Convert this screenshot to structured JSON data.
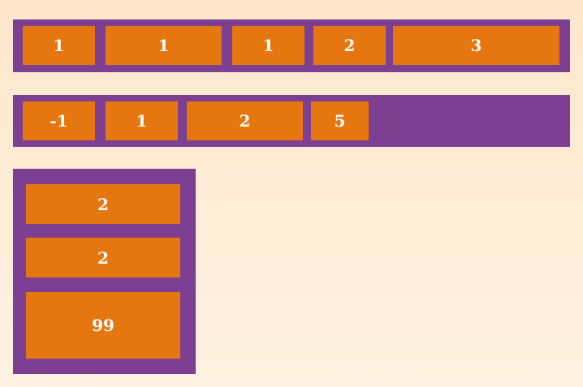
{
  "rows": [
    {
      "boxes": [
        "1",
        "1",
        "1",
        "2",
        "3"
      ]
    },
    {
      "boxes": [
        "-1",
        "1",
        "2",
        "5"
      ]
    }
  ],
  "column": {
    "boxes": [
      "2",
      "2",
      "99"
    ]
  },
  "colors": {
    "container": "#7d3f92",
    "item": "#e6760f",
    "text": "#ffffff",
    "background_top": "#fde7cc",
    "background_bottom": "#fff2e2"
  }
}
